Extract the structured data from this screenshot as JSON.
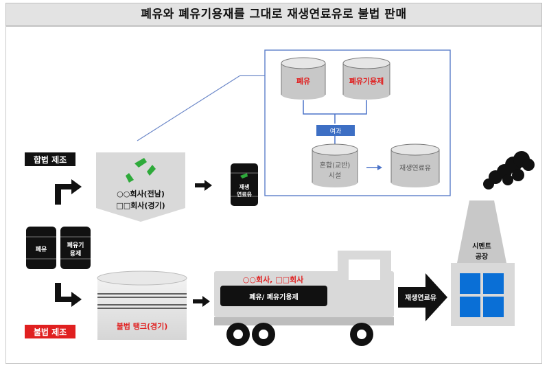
{
  "title": "폐유와 폐유기용재를 그대로 재생연료유로 불법 판매",
  "labels": {
    "legal": "합법 제조",
    "illegal": "불법 제조"
  },
  "drums": {
    "left1": "폐유",
    "left2a": "폐유기",
    "left2b": "용제",
    "regen_a": "재생",
    "regen_b": "연료유"
  },
  "companies": {
    "line1": "○○회사(전남)",
    "line2": "□□회사(경기)"
  },
  "inset": {
    "tank1": "폐유",
    "tank2": "폐유기용제",
    "filter": "여과",
    "mix_a": "혼합(교반)",
    "mix_b": "시설",
    "product": "재생연료유"
  },
  "illegal_tank": "불법 탱크(경기)",
  "truck": {
    "companies": "○○회사, □□회사",
    "cargo": "폐유/ 폐유기용제"
  },
  "arrow_label": "재생연료유",
  "factory": {
    "line1": "시멘트",
    "line2": "공장"
  },
  "colors": {
    "red": "#e02020",
    "blue_box": "#3d6fc4",
    "tank_fill": "#c8c8c8",
    "inset_border": "#5b7ec9",
    "factory_blue": "#0a6fd6"
  }
}
